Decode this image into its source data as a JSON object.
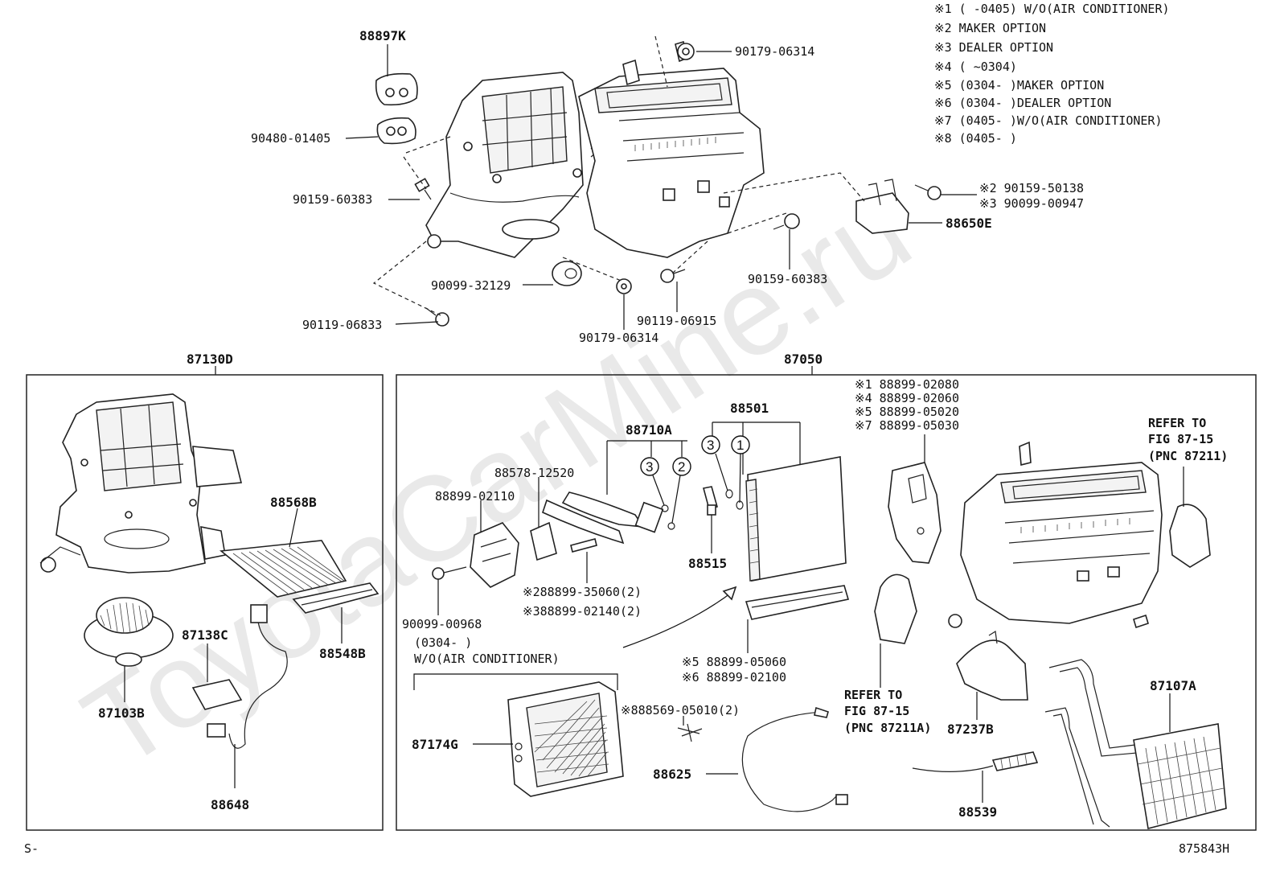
{
  "diagram": {
    "sheet_code": "875843H",
    "sheet_prefix": "S-",
    "watermark": "ToyotaCarMine.ru"
  },
  "notes": [
    "※1 (        -0405) W/O(AIR CONDITIONER)",
    "※2 MAKER OPTION",
    "※3 DEALER OPTION",
    "※4 (     ~0304)",
    "※5 (0304-     )MAKER OPTION",
    "※6 (0304-     )DEALER OPTION",
    "※7 (0405-     )W/O(AIR CONDITIONER)",
    "※8 (0405-     )"
  ],
  "top_labels": {
    "p88897k": "88897K",
    "p90179_06314_top": "90179-06314",
    "p90480_01405": "90480-01405",
    "p90159_60383_left": "90159-60383",
    "p90159_50138": "※2 90159-50138",
    "p90099_00947": "※3 90099-00947",
    "p88650e": "88650E",
    "p90159_60383_right": "90159-60383",
    "p90099_32129": "90099-32129",
    "p90119_06915": "90119-06915",
    "p90119_06833": "90119-06833",
    "p90179_06314_bottom": "90179-06314"
  },
  "left_box": {
    "title": "87130D",
    "p88568b": "88568B",
    "p87138c": "87138C",
    "p88548b": "88548B",
    "p87103b": "87103B",
    "p88648": "88648"
  },
  "right_box": {
    "title": "87050",
    "p88501": "88501",
    "p88710a": "88710A",
    "p88578": "88578-12520",
    "p88899_02110": "88899-02110",
    "p88515": "88515",
    "p35060": "※288899-35060(2)",
    "p02140": "※388899-02140(2)",
    "p90099_00968": "90099-00968",
    "wo_date": "(0304-     )",
    "wo_ac": "W/O(AIR CONDITIONER)",
    "p87174g": "87174G",
    "p05060": "※5 88899-05060",
    "p02100": "※6 88899-02100",
    "p05010": "※888569-05010(2)",
    "p88625": "88625",
    "case_labels": [
      "※1 88899-02080",
      "※4 88899-02060",
      "※5 88899-05020",
      "※7 88899-05030"
    ],
    "refer_top": [
      "REFER TO",
      "FIG 87-15",
      "(PNC 87211)"
    ],
    "refer_bottom": [
      "REFER TO",
      "FIG 87-15",
      "(PNC 87211A)"
    ],
    "p87237b": "87237B",
    "p87107a": "87107A",
    "p88539": "88539",
    "circle_3": "3",
    "circle_1": "1",
    "circle_2": "2"
  }
}
